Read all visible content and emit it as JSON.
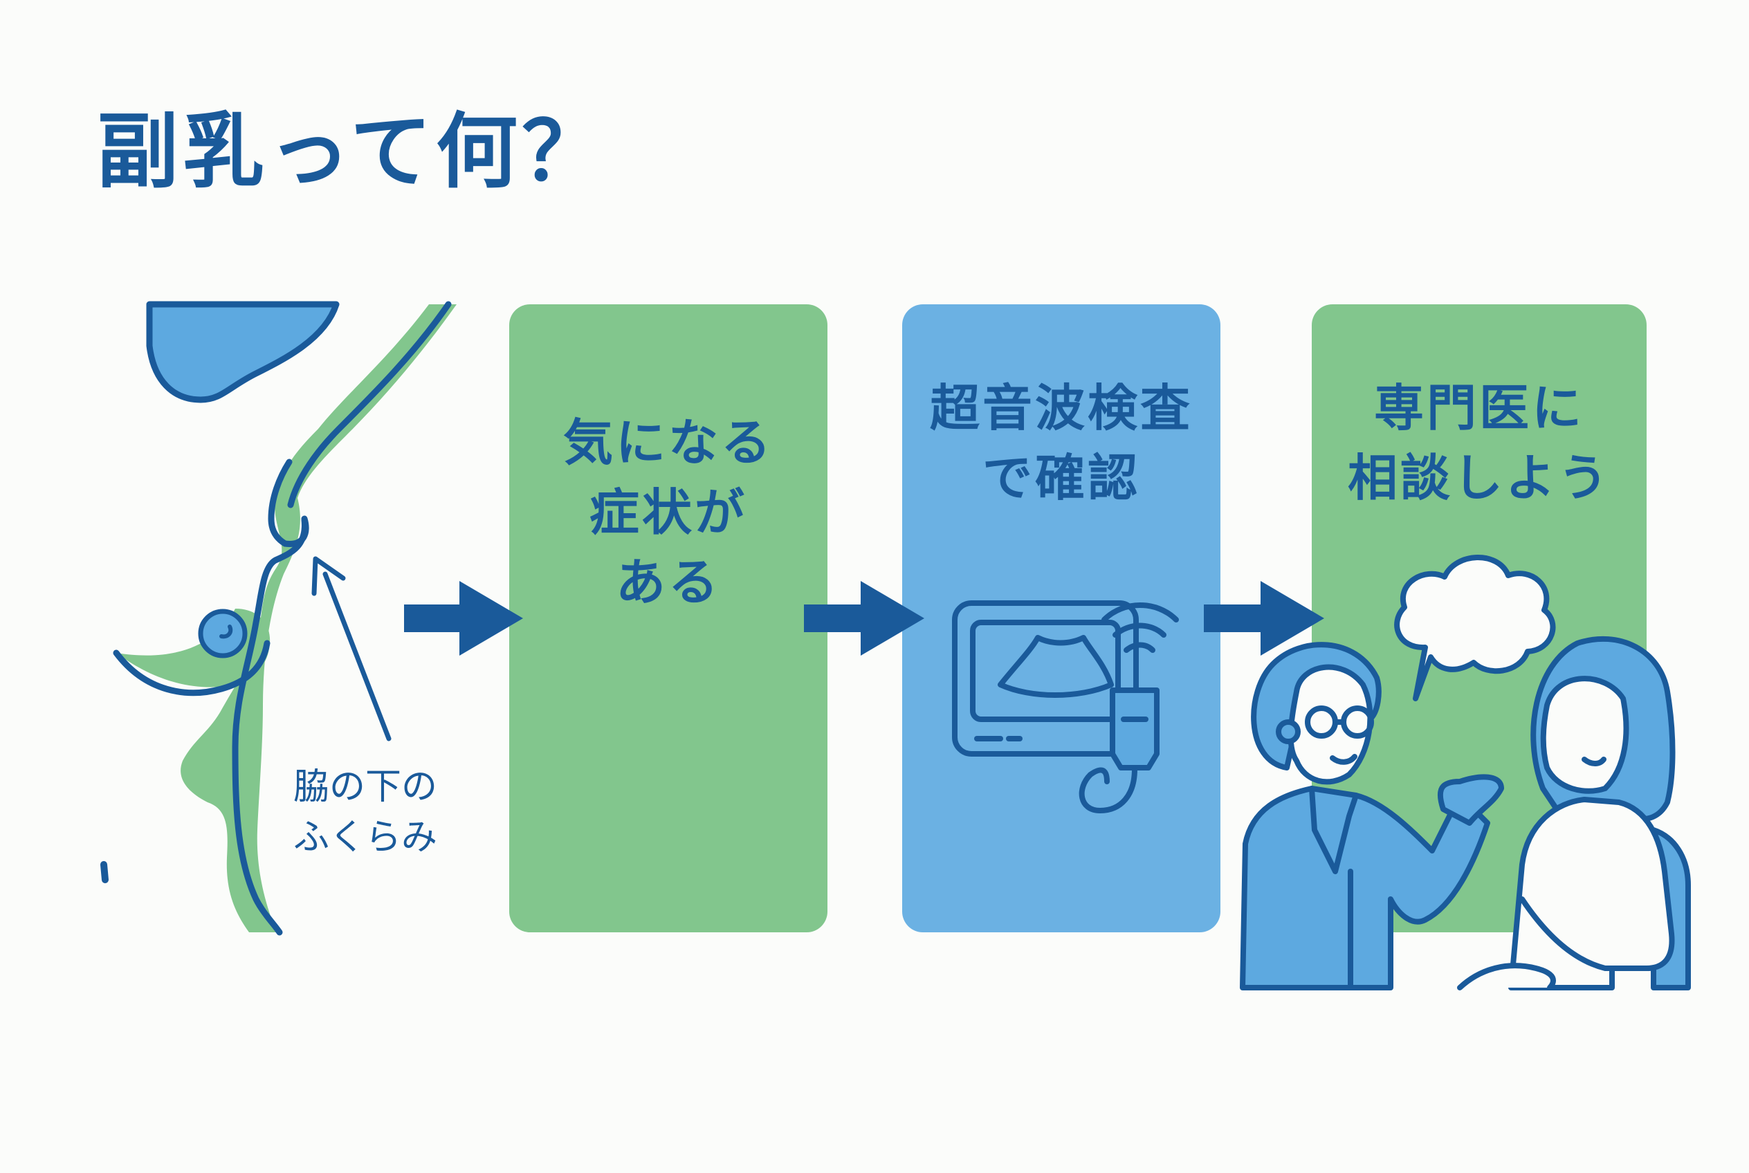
{
  "title": "副乳って何？",
  "anatomy_label": {
    "line1": "脇の下の",
    "line2": "ふくらみ"
  },
  "steps": [
    {
      "lines": [
        "気になる",
        "症状が",
        "ある"
      ]
    },
    {
      "lines": [
        "超音波検査",
        "で確認"
      ]
    },
    {
      "lines": [
        "専門医に",
        "相談しよう"
      ]
    }
  ],
  "colors": {
    "navy": "#1a5a9a",
    "green": "#82c68d",
    "blue": "#6bb1e3",
    "light_blue": "#5da9e0"
  },
  "icons": [
    "ultrasound-monitor-icon",
    "ultrasound-probe-icon",
    "speech-bubble-icon",
    "doctor-icon",
    "patient-icon",
    "arrow-icon"
  ]
}
